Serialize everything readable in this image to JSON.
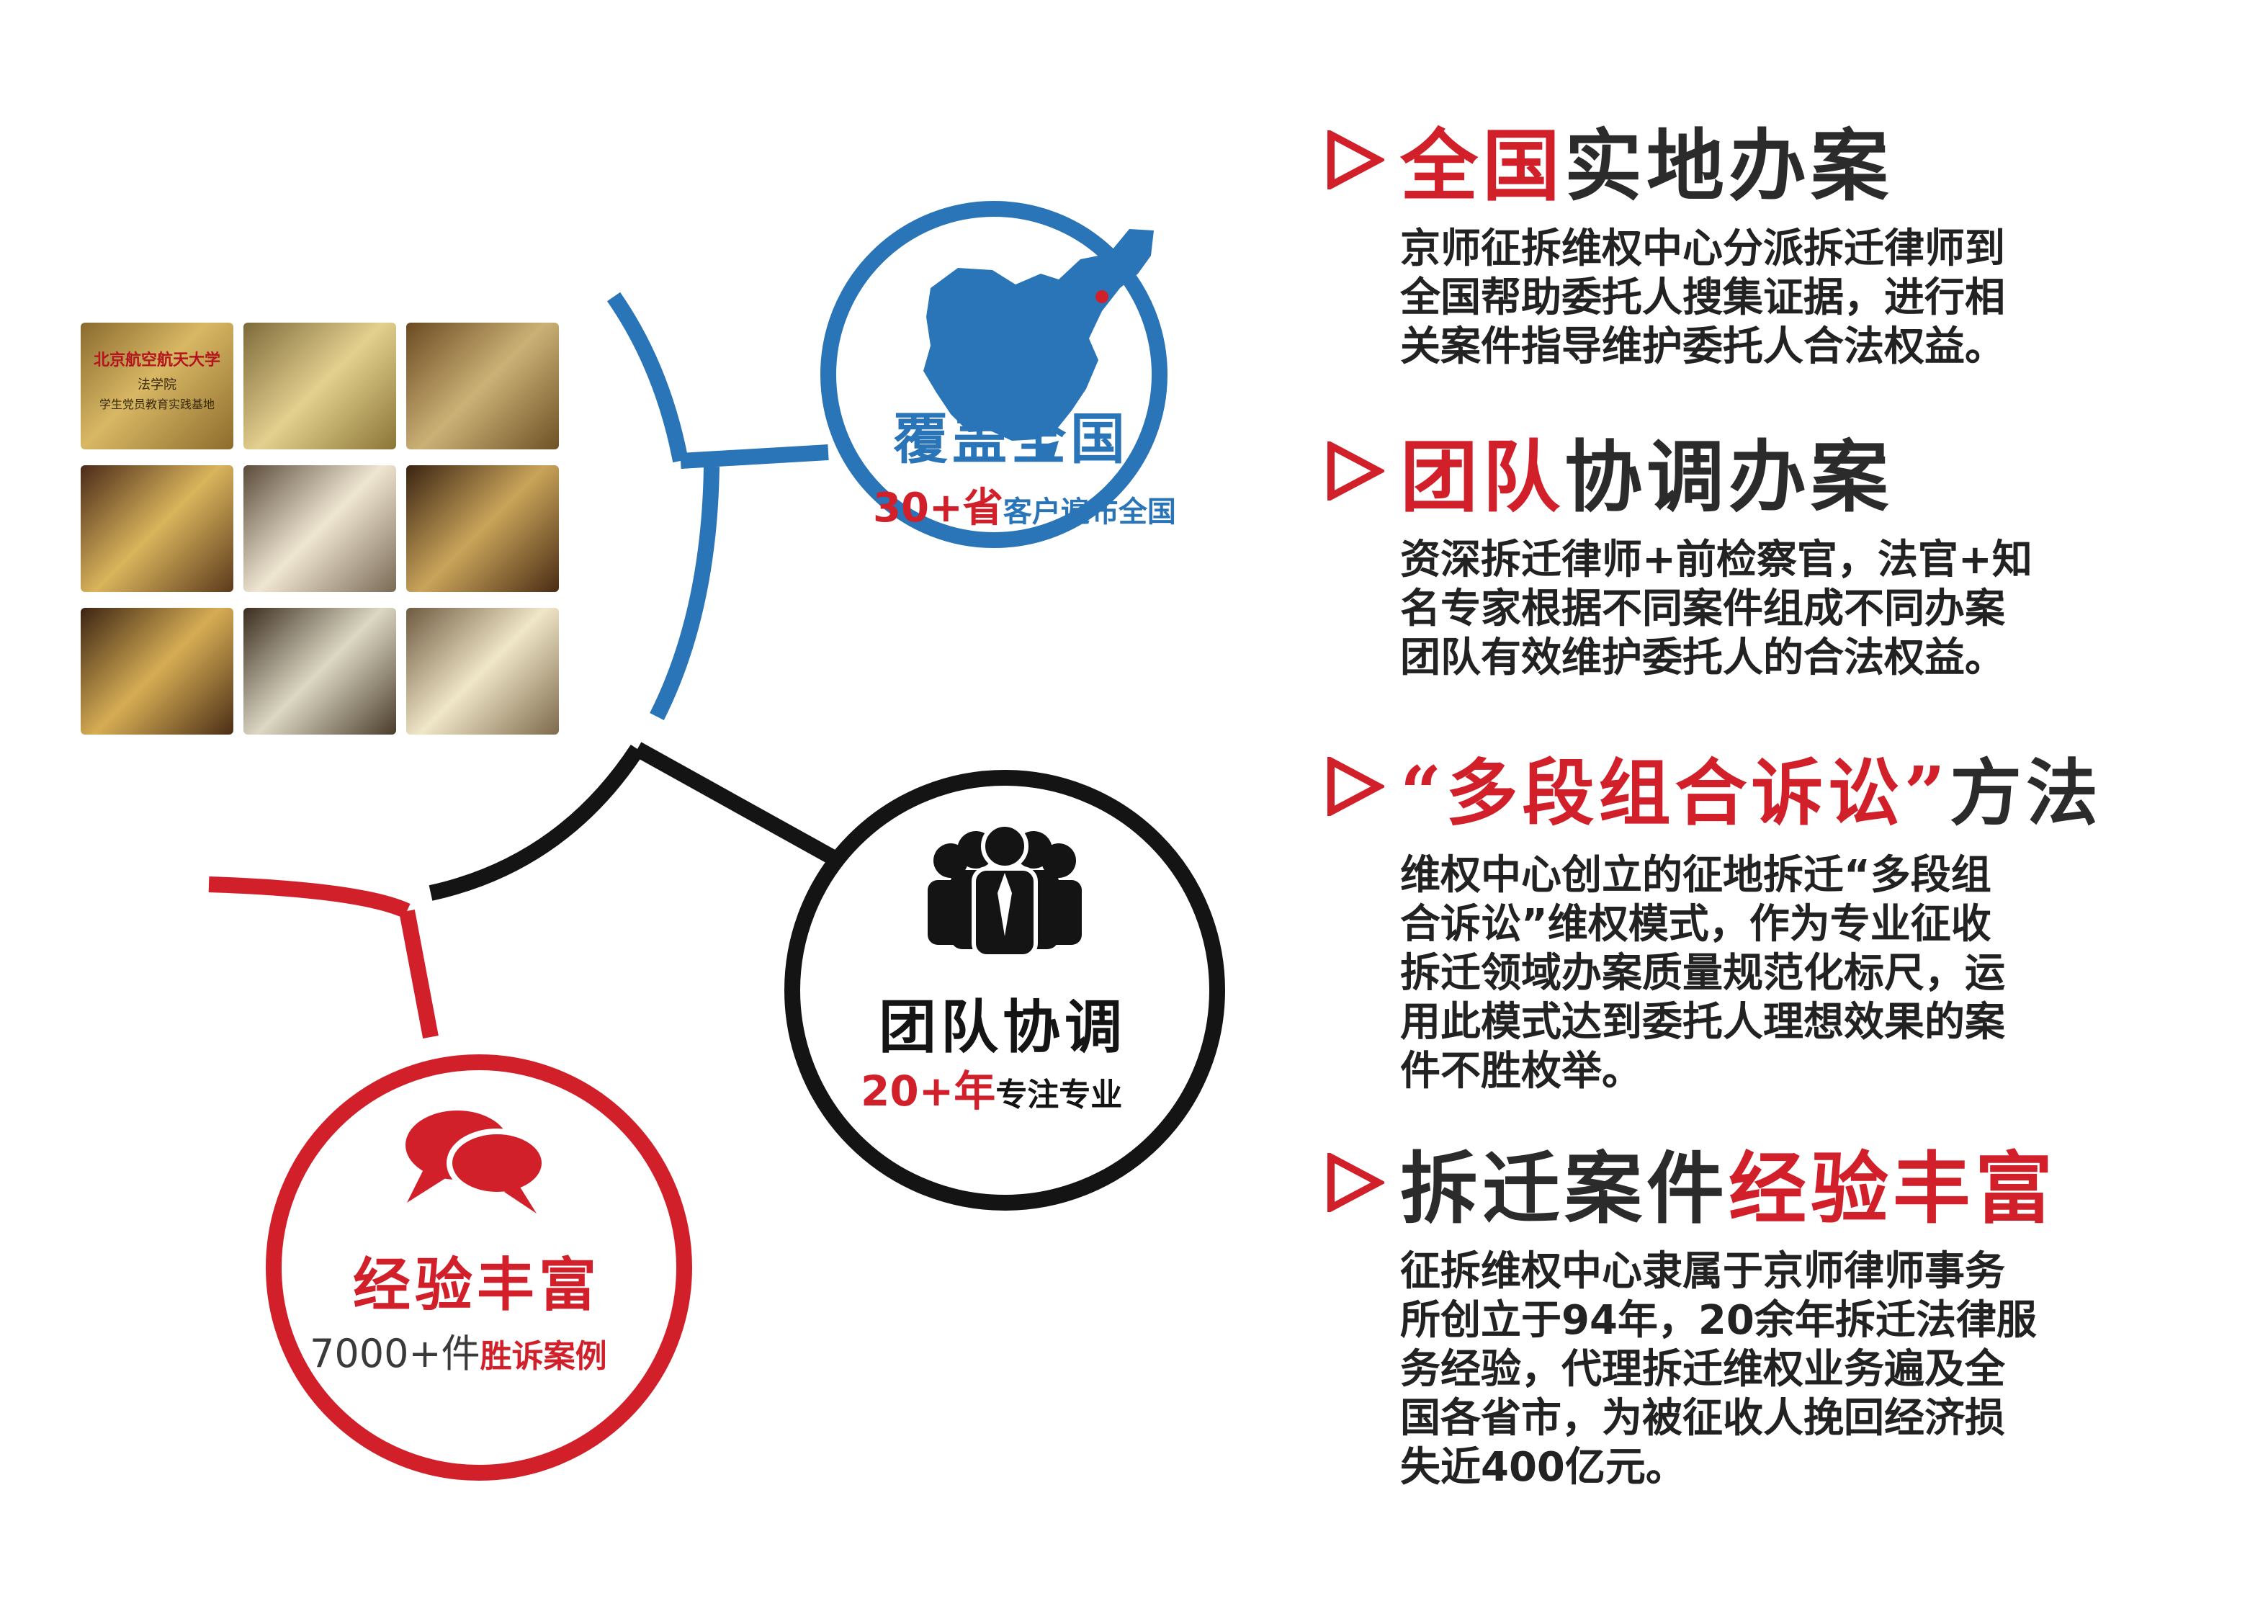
{
  "colors": {
    "blue": "#2a74b8",
    "red": "#d2202b",
    "black": "#141414",
    "text": "#222222"
  },
  "hubs": {
    "coverage": {
      "title": "覆盖全国",
      "sub_num": "30+省",
      "sub_text": "客户遍布全国",
      "icon": "china-map-icon"
    },
    "team": {
      "title": "团队协调",
      "sub_num": "20+年",
      "sub_text": "专注专业",
      "icon": "team-people-icon"
    },
    "experience": {
      "title": "经验丰富",
      "sub_num": "7000+件",
      "sub_text": "胜诉案例",
      "icon": "speech-bubbles-icon"
    }
  },
  "plaques": {
    "count": 9,
    "captions": [
      "北京航空航天大学",
      "法学院",
      "学生党员教育实践基地"
    ]
  },
  "sections": [
    {
      "title_hl": "全国",
      "title_rest": "实地办案",
      "body": [
        "京师征拆维权中心分派拆迁律师到",
        "全国帮助委托人搜集证据，进行相",
        "关案件指导维护委托人合法权益。"
      ]
    },
    {
      "title_hl": "团队",
      "title_rest": "协调办案",
      "body": [
        "资深拆迁律师+前检察官，法官+知",
        "名专家根据不同案件组成不同办案",
        "团队有效维护委托人的合法权益。"
      ]
    },
    {
      "title_hl": "“多段组合诉讼”",
      "title_rest": "方法",
      "body": [
        "维权中心创立的征地拆迁“多段组",
        "合诉讼”维权模式，作为专业征收",
        "拆迁领域办案质量规范化标尺，运",
        "用此模式达到委托人理想效果的案",
        "件不胜枚举。"
      ]
    },
    {
      "title_pre": "拆迁案件",
      "title_hl": "经验丰富",
      "body": [
        "征拆维权中心隶属于京师律师事务",
        "所创立于94年，20余年拆迁法律服",
        "务经验，代理拆迁维权业务遍及全",
        "国各省市，为被征收人挽回经济损",
        "失近400亿元。"
      ]
    }
  ]
}
